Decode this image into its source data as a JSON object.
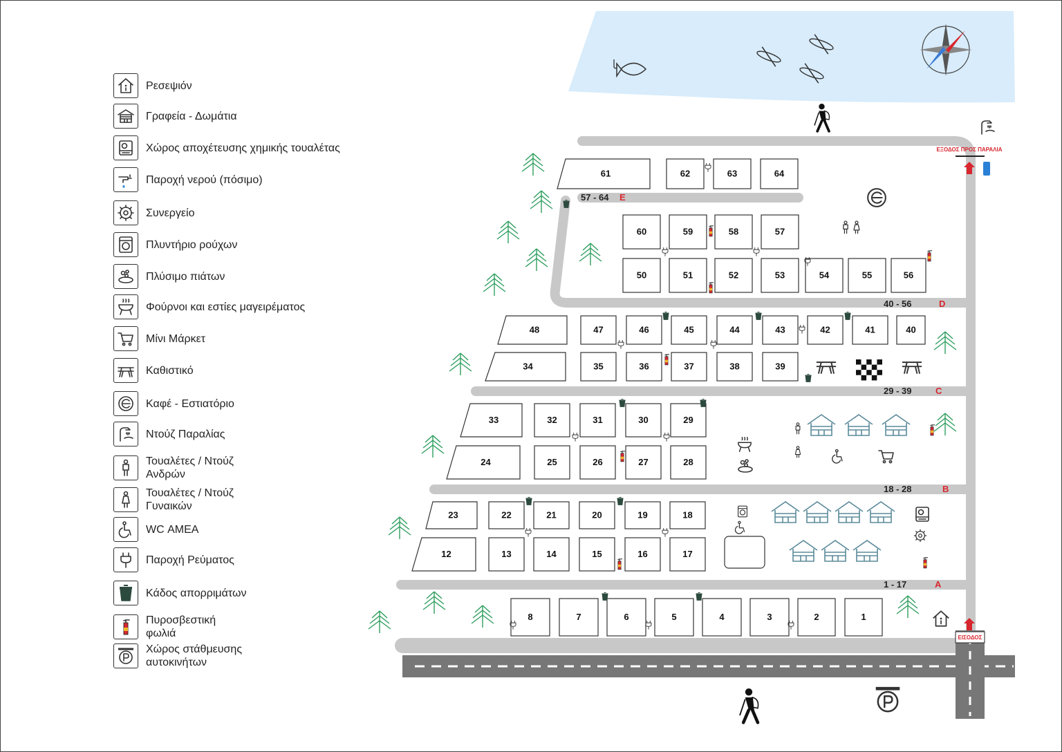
{
  "legend": [
    {
      "icon": "reception-icon",
      "label": "Ρεσεψιόν"
    },
    {
      "icon": "office-rooms-icon",
      "label": "Γραφεία - Δωμάτια"
    },
    {
      "icon": "chemical-toilet-disposal-icon",
      "label": "Χώρος αποχέτευσης χημικής τουαλέτας"
    },
    {
      "icon": "drinking-water-tap-icon",
      "label": "Παροχή νερού (πόσιμο)"
    },
    {
      "icon": "workshop-gear-icon",
      "label": "Συνεργείο"
    },
    {
      "icon": "washing-machine-icon",
      "label": "Πλυντήριο ρούχων"
    },
    {
      "icon": "dishwashing-icon",
      "label": "Πλύσιμο πιάτων"
    },
    {
      "icon": "bbq-grill-icon",
      "label": "Φούρνοι και εστίες μαγειρέματος"
    },
    {
      "icon": "shopping-cart-icon",
      "label": "Μίνι Μάρκετ"
    },
    {
      "icon": "picnic-table-icon",
      "label": "Καθιστικό"
    },
    {
      "icon": "cafe-restaurant-icon",
      "label": "Καφέ - Εστιατόριο"
    },
    {
      "icon": "beach-shower-icon",
      "label": "Ντούζ Παραλίας"
    },
    {
      "icon": "male-toilet-icon",
      "label": "Τουαλέτες / Ντούζ\nΑνδρών"
    },
    {
      "icon": "female-toilet-icon",
      "label": "Τουαλέτες / Ντούζ\nΓυναικών"
    },
    {
      "icon": "wheelchair-icon",
      "label": "WC ΑΜΕΑ"
    },
    {
      "icon": "power-plug-icon",
      "label": "Παροχή Ρεύματος"
    },
    {
      "icon": "trash-bin-icon",
      "label": "Κάδος απορριμάτων"
    },
    {
      "icon": "fire-extinguisher-icon",
      "label": "Πυροσβεστική\nφωλιά"
    },
    {
      "icon": "parking-icon",
      "label": "Χώρος στάθμευσης\nαυτοκινήτων"
    }
  ],
  "sections": [
    {
      "range": "57 - 64",
      "letter": "E"
    },
    {
      "range": "40 - 56",
      "letter": "D"
    },
    {
      "range": "29 - 39",
      "letter": "C"
    },
    {
      "range": "18 - 28",
      "letter": "B"
    },
    {
      "range": "1 - 17",
      "letter": "A"
    }
  ],
  "plots": [
    "61",
    "62",
    "63",
    "64",
    "60",
    "59",
    "58",
    "57",
    "50",
    "51",
    "52",
    "53",
    "54",
    "55",
    "56",
    "48",
    "47",
    "46",
    "45",
    "44",
    "43",
    "42",
    "41",
    "40",
    "34",
    "35",
    "36",
    "37",
    "38",
    "39",
    "33",
    "32",
    "31",
    "30",
    "29",
    "24",
    "25",
    "26",
    "27",
    "28",
    "23",
    "22",
    "21",
    "20",
    "19",
    "18",
    "12",
    "13",
    "14",
    "15",
    "16",
    "17",
    "8",
    "7",
    "6",
    "5",
    "4",
    "3",
    "2",
    "1"
  ],
  "signs": {
    "beach_exit": "ΕΞΟΔΟΣ ΠΡΟΣ ΠΑΡΑΛΙΑ",
    "entrance": "ΕΙΣΟΔΟΣ"
  },
  "colors": {
    "road": "#c8c8c8",
    "sea": "#d8ecfb",
    "tree": "#2e9e5e",
    "accent_red": "#d8262e",
    "bin": "#2d4a3e",
    "cabin": "#5a8a9a"
  }
}
